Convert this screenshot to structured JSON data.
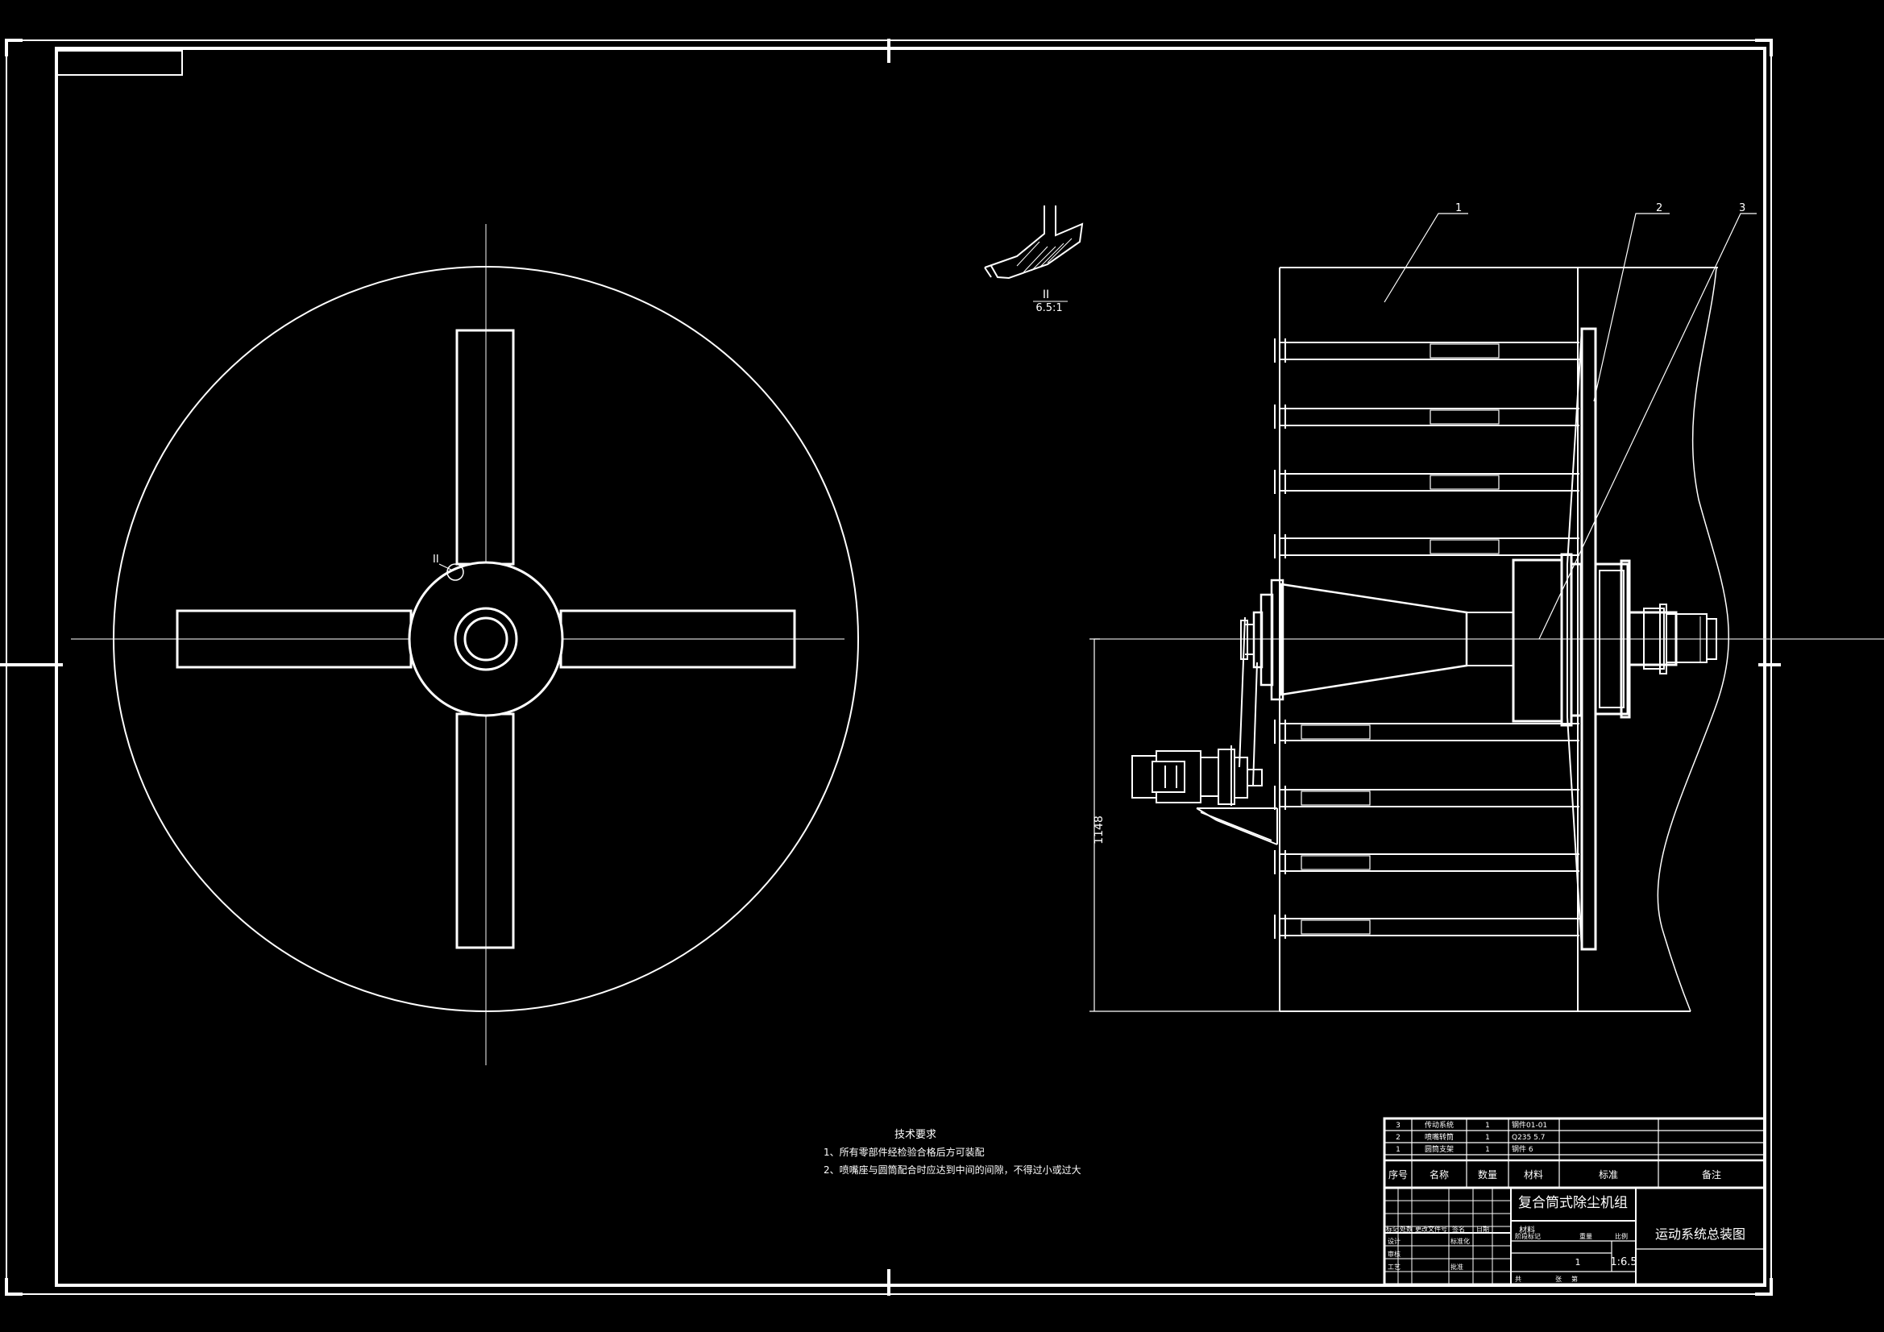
{
  "colors": {
    "background": "#000000",
    "line": "#ffffff",
    "thin_line": "#d8d8d8"
  },
  "detail_label": {
    "number": "II",
    "scale": "6.5:1"
  },
  "callouts": {
    "left_marker": "II",
    "item1": "1",
    "item2": "2",
    "item3": "3"
  },
  "dimension": {
    "height": "1148"
  },
  "notes": {
    "title": "技术要求",
    "line1": "1、所有零部件经检验合格后方可装配",
    "line2": "2、喷嘴座与圆筒配合时应达到中间的间隙，不得过小或过大"
  },
  "bom": {
    "rows": [
      {
        "no": "3",
        "name": "传动系统",
        "qty": "1",
        "material": "钢件01-01",
        "standard": "",
        "remark": ""
      },
      {
        "no": "2",
        "name": "喷嘴转筒",
        "qty": "1",
        "material": "Q235 5.7",
        "standard": "",
        "remark": ""
      },
      {
        "no": "1",
        "name": "圆筒支架",
        "qty": "1",
        "material": "钢件 6",
        "standard": "",
        "remark": ""
      }
    ],
    "header": {
      "no": "序号",
      "name": "名称",
      "qty": "数量",
      "material": "材料",
      "standard": "标准",
      "remark": "备注"
    }
  },
  "title_block": {
    "product": "复合筒式除尘机组",
    "drawing": "运动系统总装图",
    "material_label": "材料",
    "scale": "1:6.5",
    "count": "1",
    "labels": {
      "mark": "标记",
      "zones": "处数",
      "change": "更改文件号",
      "sign": "签名",
      "date": "日期",
      "design": "设计",
      "check": "审核",
      "process": "工艺",
      "standardize": "标准化",
      "approve": "批准",
      "stage": "阶段标记",
      "weight": "重量",
      "ratio": "比例",
      "total": "共",
      "sheet": "张",
      "page": "第"
    }
  }
}
